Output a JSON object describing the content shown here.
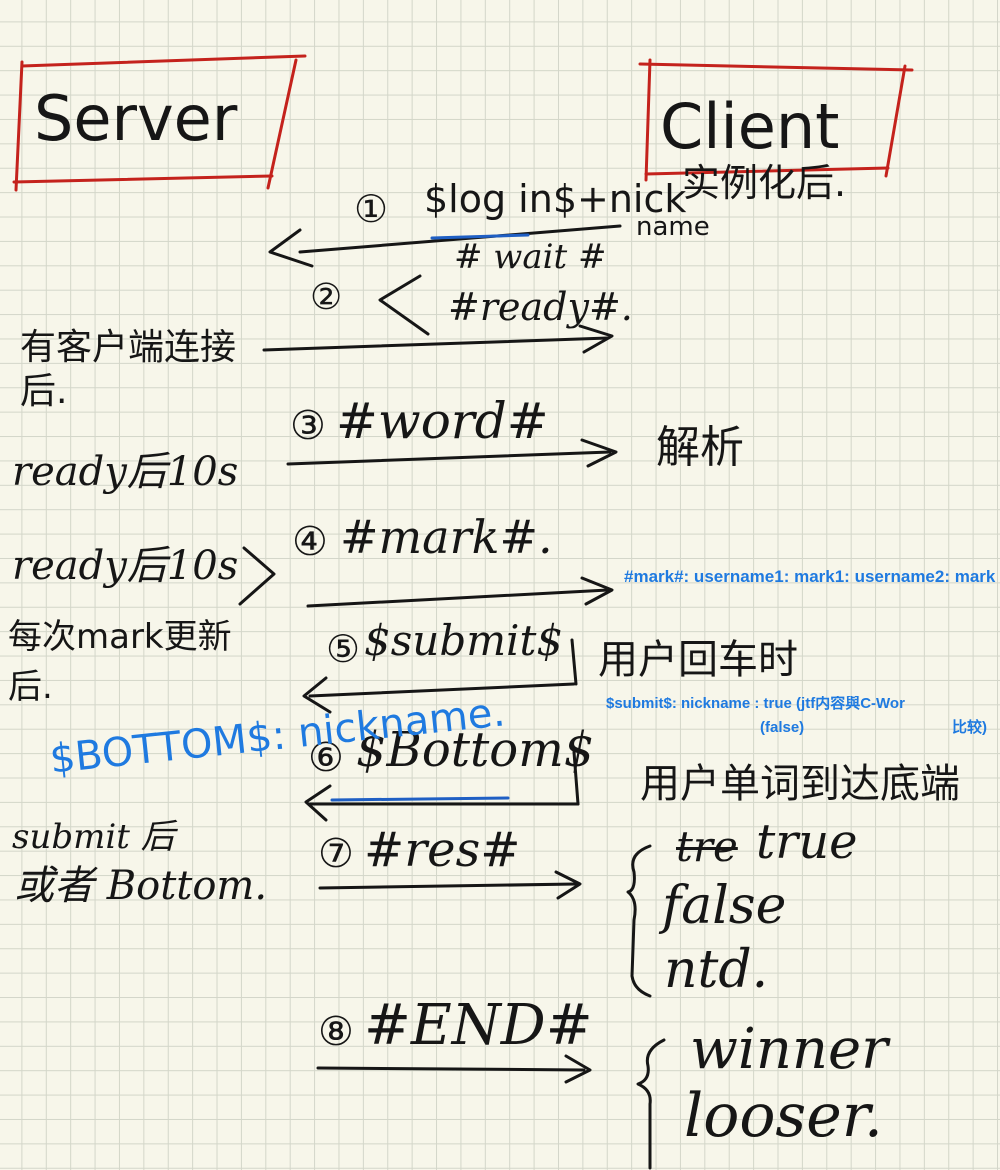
{
  "boxes": {
    "server": "Server",
    "client": "Client"
  },
  "steps": [
    {
      "num": "①",
      "text": "$log in$+nick",
      "note": "实例化后.",
      "sub": "name"
    },
    {
      "num": "②",
      "text_a": "# wait #",
      "text_b": "#ready#."
    },
    {
      "num": "③",
      "text": "#word#",
      "note": "解析"
    },
    {
      "num": "④",
      "text": "#mark#.",
      "note": "#mark#: username1: mark1: username2: mark"
    },
    {
      "num": "⑤",
      "text": "$submit$",
      "note": "用户回车时",
      "detail": "$submit$: nickname : true (jtf内容與C-Wor",
      "detail_false": "(false)",
      "detail_compare": "比较)"
    },
    {
      "num": "⑥",
      "text": "$Bottom$",
      "note": "用户单词到达底端"
    },
    {
      "num": "⑦",
      "text": "#res#",
      "options": [
        "tre",
        "true",
        "false",
        "ntd."
      ]
    },
    {
      "num": "⑧",
      "text": "#END#",
      "options": [
        "winner",
        "looser."
      ]
    }
  ],
  "server_notes": {
    "connect": "有客户端连接后.",
    "ready1": "ready后10s",
    "ready2": "ready后10s",
    "mark_update": "每次mark更新后.",
    "bottom_blue": "$BOTTOM$: nickname.",
    "submit_after": "submit 后",
    "or_bottom": "或者 Bottom."
  },
  "colors": {
    "ink": "#161616",
    "box_red": "#c4221c",
    "annotation_blue": "#1f7ae0",
    "grid": "#d3d6c9",
    "paper": "#f7f6ea"
  }
}
